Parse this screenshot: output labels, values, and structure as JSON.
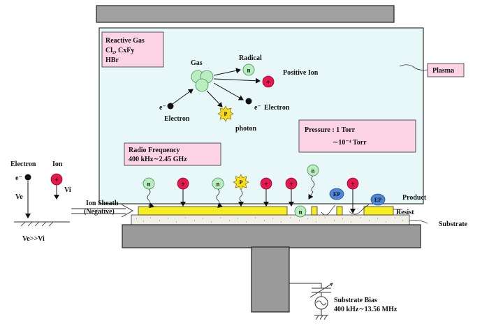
{
  "reactive_gas": {
    "title": "Reactive Gas",
    "line2": "Cl₂, CxFy",
    "line3": "HBr"
  },
  "gas": "Gas",
  "radical": "Radical",
  "positive_ion": "Positive Ion",
  "electron_in": "Electron",
  "electron_out": "Electron",
  "e_symbol": "e⁻",
  "photon": "photon",
  "plasma": "Plasma",
  "pressure": {
    "line1": "Pressure : 1 Torr",
    "line2": "∼10⁻⁴ Torr"
  },
  "radio_frequency": {
    "line1": "Radio Frequency",
    "line2": "400 kHz∼2.45 GHz"
  },
  "legend": {
    "electron": "Electron",
    "ion": "Ion",
    "e_symbol": "e⁻",
    "ve": "Ve",
    "vi": "Vi",
    "relation": "Ve>>Vi"
  },
  "ion_sheath": {
    "line1": "Ion Sheath",
    "line2": "(Negative)"
  },
  "product": "Product",
  "resist": "Resist",
  "substrate": "Substrate",
  "substrate_bias": {
    "line1": "Substrate Bias",
    "line2": "400 kHz∼13.56 MHz"
  },
  "particle_symbols": {
    "neutral": "n",
    "ion": "+",
    "photon": "P",
    "etch_product": "EP"
  },
  "colors": {
    "plasma_fill": "#e8f8f8",
    "label_box": "#fbd3e4",
    "ion": "#e5194f",
    "neutral": "#b8eec0",
    "photon": "#f5dd1a",
    "etch_product": "#4e86d8",
    "resist": "#f4ee22",
    "chamber": "#9a9a9a"
  }
}
